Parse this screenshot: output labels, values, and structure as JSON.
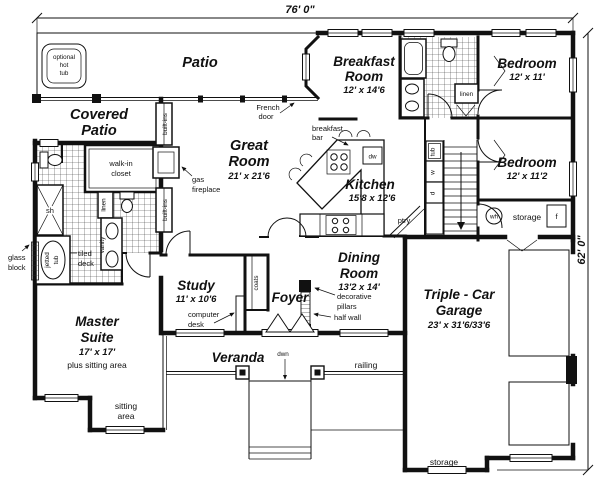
{
  "colors": {
    "line": "#111111",
    "background": "#ffffff"
  },
  "dimensions": {
    "width": "76' 0\"",
    "height": "62' 0\""
  },
  "outdoor": {
    "patio": "Patio",
    "hot_tub": {
      "l1": "optional",
      "l2": "hot",
      "l3": "tub"
    },
    "covered_patio": {
      "l1": "Covered",
      "l2": "Patio"
    },
    "veranda": "Veranda",
    "down": "dwn",
    "railing": "railing"
  },
  "rooms": {
    "great": {
      "l1": "Great",
      "l2": "Room",
      "size": "21' x 21'6"
    },
    "breakfast": {
      "l1": "Breakfast",
      "l2": "Room",
      "size": "12' x 14'6"
    },
    "kitchen": {
      "name": "Kitchen",
      "size": "15'8 x 12'6"
    },
    "dining": {
      "l1": "Dining",
      "l2": "Room",
      "size": "13'2 x 14'"
    },
    "study": {
      "name": "Study",
      "size": "11' x 10'6"
    },
    "foyer": {
      "name": "Foyer"
    },
    "master": {
      "l1": "Master",
      "l2": "Suite",
      "size": "17' x 17'",
      "note": "plus sitting area",
      "sitting": {
        "l1": "sitting",
        "l2": "area"
      }
    },
    "bedroom1": {
      "name": "Bedroom",
      "size": "12' x 11'"
    },
    "bedroom2": {
      "name": "Bedroom",
      "size": "12' x 11'2"
    },
    "garage": {
      "l1": "Triple - Car",
      "l2": "Garage",
      "size": "23' x 31'6/33'6"
    }
  },
  "features": {
    "french_door": {
      "l1": "French",
      "l2": "door"
    },
    "breakfast_bar": {
      "l1": "breakfast",
      "l2": "bar"
    },
    "gas_fireplace": {
      "l1": "gas",
      "l2": "fireplace"
    },
    "built_ins": "built-ins",
    "walk_in_closet": {
      "l1": "walk-in",
      "l2": "closet"
    },
    "glass_block": {
      "l1": "glass",
      "l2": "block"
    },
    "jetted_tub": {
      "l1": "jetted",
      "l2": "tub"
    },
    "tiled_deck": {
      "l1": "tiled",
      "l2": "deck"
    },
    "shower": "sh",
    "linen_master": "linen",
    "vanity": "vanity",
    "linen_hall": "linen",
    "computer_desk": {
      "l1": "computer",
      "l2": "desk"
    },
    "coats": "coats",
    "decorative_pillars": {
      "l1": "decorative",
      "l2": "pillars"
    },
    "half_wall": "half wall",
    "pantry": "ptry",
    "dishwasher": "dw",
    "laundry_tub": "tub",
    "washer": "w",
    "dryer": "d",
    "water_heater": "wh",
    "storage_room": "storage",
    "freezer": "f",
    "garage_storage": "storage"
  }
}
